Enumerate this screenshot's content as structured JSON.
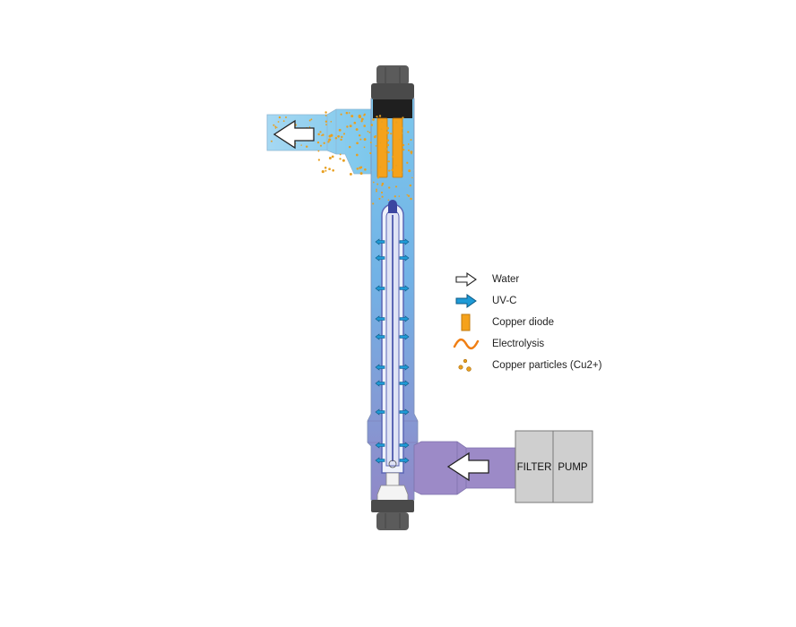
{
  "colors": {
    "water_top": "#7cc7ec",
    "water_mid": "#72b2e6",
    "water_bottom": "#9089c8",
    "inlet_pipe": "#9c8ac7",
    "uvc_arrow": "#1e9ad6",
    "copper": "#f5a21b",
    "copper_particles": "#e8a021",
    "electrolysis": "#f07f14",
    "box_fill": "#cfcfcf",
    "box_stroke": "#7a7a7a",
    "fitting": "#5b5b5b",
    "lamp_glass": "#eef2fb",
    "lamp_tube": "#5b66b5"
  },
  "equipment": {
    "filter_label": "FILTER",
    "pump_label": "PUMP"
  },
  "legend": [
    {
      "symbol": "white-arrow-icon",
      "label": "Water"
    },
    {
      "symbol": "blue-arrow-icon",
      "label": "UV-C"
    },
    {
      "symbol": "copper-diode-icon",
      "label": "Copper diode"
    },
    {
      "symbol": "wave-icon",
      "label": "Electrolysis"
    },
    {
      "symbol": "particles-icon",
      "label": "Copper particles (Cu2+)"
    }
  ]
}
